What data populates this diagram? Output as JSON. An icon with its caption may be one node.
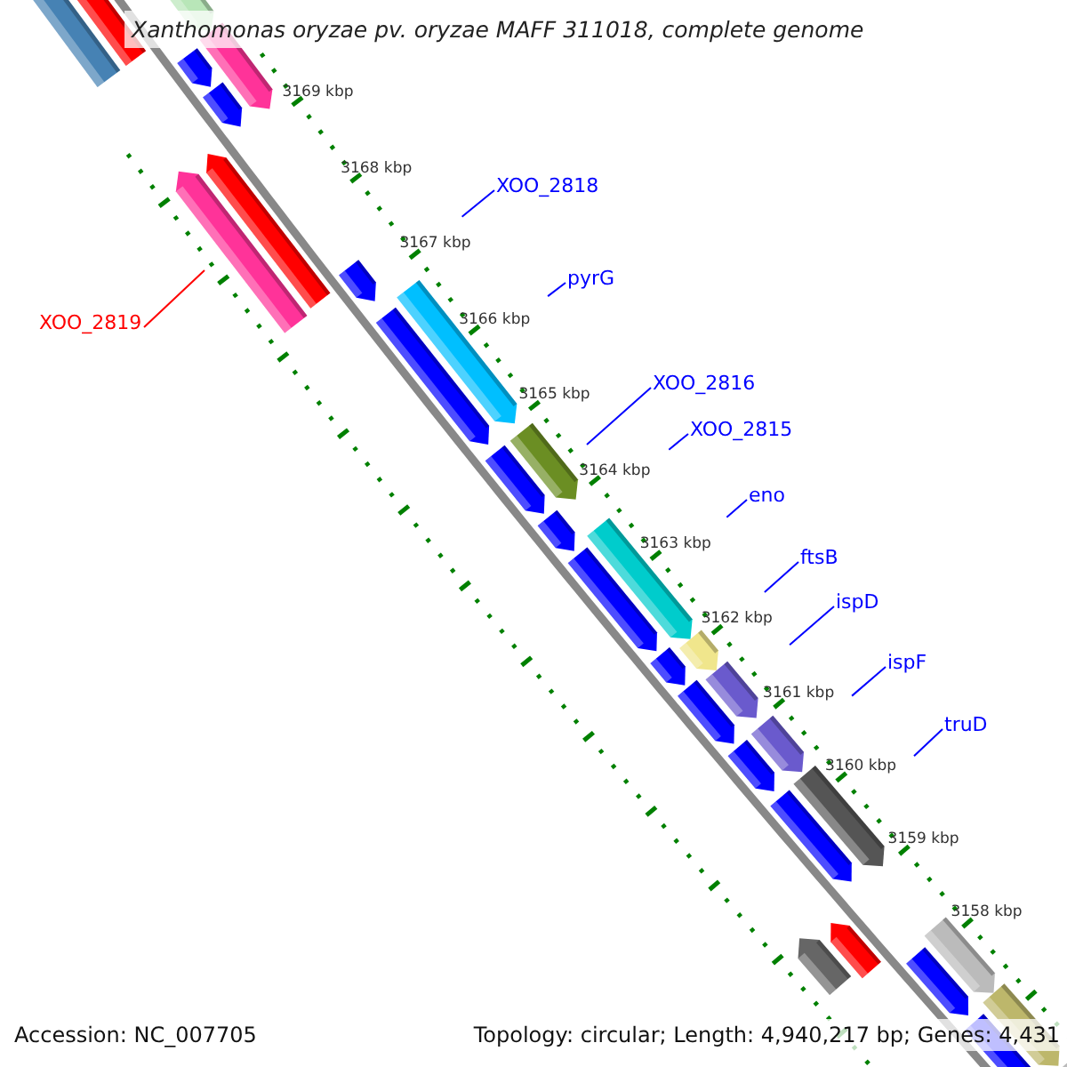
{
  "diagram": {
    "title": "Xanthomonas oryzae pv. oryzae MAFF 311018, complete genome",
    "nodes": [
      {
        "text": [
          "XOO_2818"
        ]
      },
      {
        "text": [
          "pyrG"
        ]
      },
      {
        "text": [
          "XOO_2819"
        ]
      },
      {
        "text": [
          "XOO_2816"
        ]
      },
      {
        "text": [
          "XOO_2815"
        ]
      },
      {
        "text": [
          "eno"
        ]
      },
      {
        "text": [
          "ftsB"
        ]
      },
      {
        "text": [
          "ispD"
        ]
      },
      {
        "text": [
          "ispF"
        ]
      },
      {
        "text": [
          "truD"
        ]
      }
    ],
    "edges": [
      {
        "from": 0,
        "to": null,
        "arrow": "none"
      },
      {
        "from": 1,
        "to": null,
        "arrow": "none"
      },
      {
        "from": 2,
        "to": null,
        "arrow": "none",
        "color": "#ff0000"
      },
      {
        "from": 3,
        "to": null,
        "arrow": "none"
      },
      {
        "from": 4,
        "to": null,
        "arrow": "none"
      },
      {
        "from": 5,
        "to": null,
        "arrow": "none"
      },
      {
        "from": 6,
        "to": null,
        "arrow": "none"
      },
      {
        "from": 7,
        "to": null,
        "arrow": "none"
      },
      {
        "from": 8,
        "to": null,
        "arrow": "none"
      },
      {
        "from": 9,
        "to": null,
        "arrow": "none"
      }
    ],
    "labels": [
      "3169 kbp",
      "3168 kbp",
      "3167 kbp",
      "3166 kbp",
      "3165 kbp",
      "3164 kbp",
      "3163 kbp",
      "3162 kbp",
      "3161 kbp",
      "3160 kbp",
      "3159 kbp",
      "3158 kbp",
      "Accession: NC_007705",
      "Topology: circular; Length: 4,940,217 bp; Genes: 4,431"
    ]
  }
}
